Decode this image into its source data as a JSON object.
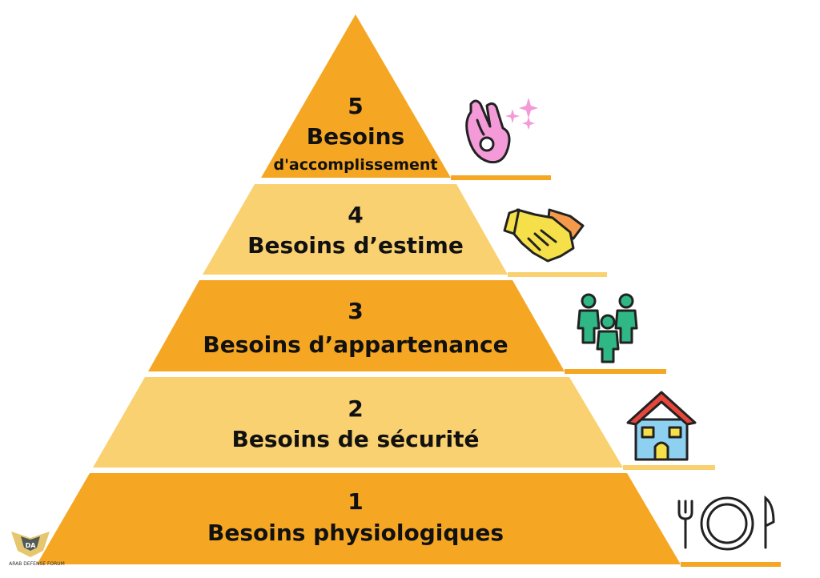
{
  "levels": [
    {
      "number": "5",
      "title": "Besoins",
      "subtitle": "d'accomplissement",
      "color": "#F5A623",
      "icon": "ok-hand-sparkles-icon"
    },
    {
      "number": "4",
      "title": "Besoins d’estime",
      "color": "#F9D170",
      "icon": "handshake-icon"
    },
    {
      "number": "3",
      "title": "Besoins d’appartenance",
      "color": "#F5A623",
      "icon": "people-group-icon"
    },
    {
      "number": "2",
      "title": "Besoins de sécurité",
      "color": "#F9D170",
      "icon": "house-icon"
    },
    {
      "number": "1",
      "title": "Besoins physiologiques",
      "color": "#F5A623",
      "icon": "fork-plate-knife-icon"
    }
  ],
  "watermark": {
    "logo_text": "DA",
    "line1": "ARAB DEFENSE FORUM"
  },
  "colors": {
    "orange": "#F5A623",
    "light": "#F9D170",
    "underline": "#F5A623"
  }
}
